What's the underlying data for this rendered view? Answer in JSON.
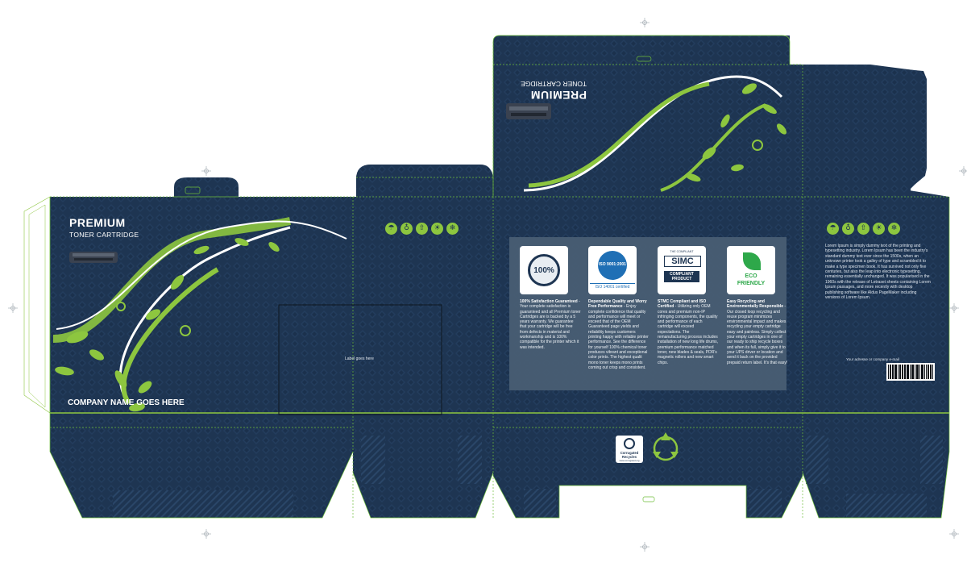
{
  "colors": {
    "panel": "#1e3552",
    "panel_dark": "#17293f",
    "accent": "#8dc63f",
    "guide": "#6fbf3a"
  },
  "front": {
    "brand": "PREMIUM",
    "sub": "TONER CARTRIDGE",
    "company": "COMPANY NAME GOES HERE"
  },
  "top_flap": {
    "brand": "PREMIUM",
    "sub": "TONER CARTRIDGE"
  },
  "label_panel": {
    "text": "Label goes here"
  },
  "icons": [
    {
      "name": "umbrella-icon",
      "glyph": "☂"
    },
    {
      "name": "glass-icon",
      "glyph": "♁"
    },
    {
      "name": "arrow-up-icon",
      "glyph": "⇧"
    },
    {
      "name": "sun-icon",
      "glyph": "☀"
    },
    {
      "name": "snowflake-icon",
      "glyph": "❄"
    }
  ],
  "certs": [
    {
      "badge": "100%",
      "title": "100% Satisfaction Guaranteed",
      "body": " - Your complete satisfaction is guaranteed and all Premium toner Cartridges are is backed by a 5 years warranty. We guarantee that your cartridge will be free from defects in material and workmanship and is 100% compatible for the printer which it was intended."
    },
    {
      "badge": "ISO 9001:2001",
      "badge2": "ISO 14001 certified",
      "title": "Dependable Quality and Worry Free Performance",
      "body": " - Enjoy complete confidence that quality and performance will meet or exceed that of the OEM Guaranteed page yields and reliability keeps customers printing happy with reliable printer performance. See the difference for yourself 100% chemical toner produces vibrant and exceptional color prints. The highest qualit mono toner keeps mono prints coming out crisp and consistent."
    },
    {
      "badge": "SIMC",
      "badge_top": "THE COMPLIANT",
      "badge2": "COMPLIANT PRODUCT",
      "title": "STMC Compliant and ISO Certified",
      "body": " - Utilizing only OEM cores and premium non-IP infringing components, the quality and performance of each cartridge will exceed expectations. The remanufacturing process includes installation of new long life drums, premium performance matched toner, new blades & seals, PDR's magnetic rollers and new smart chips."
    },
    {
      "badge": "ECO",
      "badge2": "FRIENDLY",
      "title": "Easy Recycling and Environmentally Responsible",
      "body": " - Our closed loop recycling and reuse program minimizes environmental impact and makes recycling your empty cartridge easy and painless. Simply collect your empty cartridges in one of our ready to ship recycle boxes and when its full, simply give it to your UPS driver or location and send it back on the provided prepaid return label. It's that easy!"
    }
  ],
  "side_right": {
    "lorem": "Lorem Ipsum is simply dummy text of the printing and typesetting industry. Lorem Ipsum has been the industry's standard dummy text ever since the 1500s, when an unknown printer took a galley of type and scrambled it to make a type specimen book. It has survived not only five centuries, but also the leap into electronic typesetting, remaining essentially unchanged. It was popularised in the 1960s with the release of Letraset sheets containing Lorem Ipsum passages, and more recently with desktop publishing software like Aldus PageMaker including versions of Lorem Ipsum.",
    "address": "Your adresse or company e-mail"
  },
  "recycle": {
    "line1": "Corrugated",
    "line2": "Recycles",
    "line3": "www.corrugated.org"
  }
}
